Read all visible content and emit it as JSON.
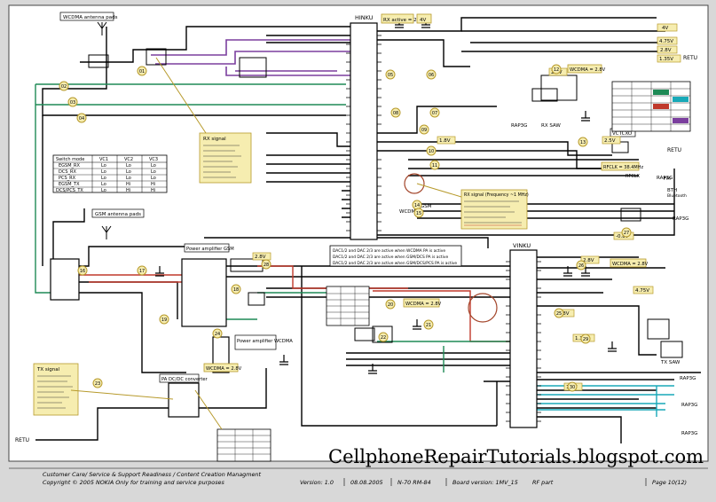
{
  "labels": {
    "wcdma_antenna_pads": "WCDMA antenna pads",
    "gsm_antenna_pads": "GSM antenna pads",
    "rx_active": "RX active = 2.8V",
    "four_v": "4V",
    "hinku": "HINKU",
    "vinku": "VINKU",
    "power_amp_gsm": "Power amplifier GSM",
    "power_amp_wcdma": "Power amplifier WCDMA",
    "dcdc": "PA DC/DC converter",
    "wcdma_28": "WCDMA = 2.8V",
    "gsm": "GSM",
    "wcdma": "WCDMA",
    "vctcxo": "VCTCXO",
    "rx_saw": "RX SAW",
    "tx_saw": "TX SAW",
    "rfclk": "RFCLK = 38.4MHz",
    "rfclk_short": "RFCLK",
    "retu": "RETU",
    "rap3g": "RAP3G",
    "bth": "BTH",
    "bth_sub": "Bluetooth",
    "fm": "FM",
    "tx_signal": "TX signal",
    "rx_signal": "RX signal",
    "rx_signal_right": "RX signal (Frequency ~1 MHz)"
  },
  "rails": {
    "r4v": "4V",
    "r475": "4.75V",
    "r28": "2.8V",
    "r135": "1.35V",
    "r28b": "2.8V",
    "r475b": "4.75V",
    "r25": "2.5V",
    "r18": "1.8V",
    "r18b": "1.8V",
    "r28c": "2.8V",
    "r135b": "1.35V",
    "rneg": "-0.8V",
    "r28d": "2.8V",
    "r28e": "2.8V"
  },
  "switch_table": {
    "headers": [
      "Switch mode",
      "VC1",
      "VC2",
      "VC3"
    ],
    "rows": [
      [
        "EGSM_RX",
        "Lo",
        "Lo",
        "Lo"
      ],
      [
        "DCS_RX",
        "Lo",
        "Lo",
        "Lo"
      ],
      [
        "PCS_RX",
        "Lo",
        "Lo",
        "Lo"
      ],
      [
        "EGSM_TX",
        "Lo",
        "Hi",
        "Hi"
      ],
      [
        "DCS/PCS_TX",
        "Lo",
        "Hi",
        "Hi"
      ]
    ]
  },
  "notes": {
    "dac_line1": "DAC1/2  and  DAC 2/3  are active when WCDMA PA is active",
    "dac_line2": "DAC1/2  and  DAC 2/3  are active when GSM/DCS PA is active",
    "dac_line3": "DAC1/2  and  DAC 2/3  are active when GSM/DCS/PCS PA is active"
  },
  "markers": [
    "01",
    "02",
    "03",
    "04",
    "05",
    "06",
    "07",
    "08",
    "09",
    "10",
    "11",
    "12",
    "13",
    "14",
    "15",
    "16",
    "17",
    "18",
    "19",
    "20",
    "21",
    "22",
    "23",
    "24",
    "25",
    "26",
    "27",
    "28",
    "29",
    "30"
  ],
  "footer": {
    "left1": "Customer Care/ Service & Support Readiness / Content Creation Managment",
    "left2": "Copyright © 2005 NOKIA  Only for training and service purposes",
    "version": "Version: 1.0",
    "date": "08.08.2005",
    "model": "N-70 RM-84",
    "board": "Board version: 1MV_15",
    "section": "RF part",
    "page": "Page 10(12)"
  },
  "watermark": "CellphoneRepairTutorials.blogspot.com",
  "colors": {
    "line": "#000000",
    "purple": "#7b3f9e",
    "red": "#c0392b",
    "green": "#1e8a56",
    "cyan": "#18a9b8",
    "note_fill": "#f6edb0",
    "note_stroke": "#b79a2c"
  }
}
